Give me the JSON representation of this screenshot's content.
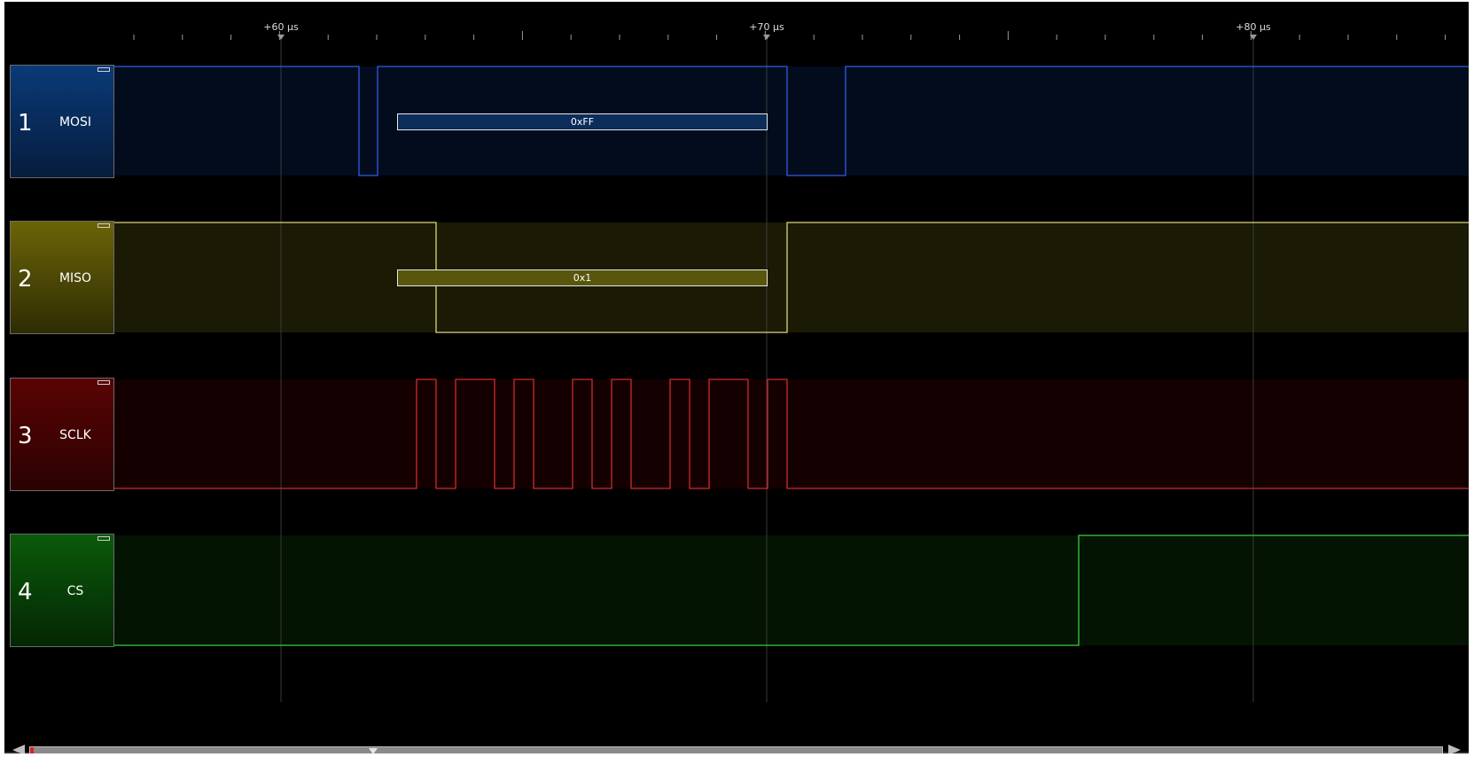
{
  "time_axis": {
    "labels": [
      {
        "text": "+60 µs"
      },
      {
        "text": "+70 µs"
      },
      {
        "text": "+80 µs"
      }
    ]
  },
  "channels": [
    {
      "number": "1",
      "name": "MOSI",
      "color": "#2f5be8",
      "decode": "0xFF"
    },
    {
      "number": "2",
      "name": "MISO",
      "color": "#d8d67a",
      "decode": "0x1"
    },
    {
      "number": "3",
      "name": "SCLK",
      "color": "#d42a2a",
      "decode": ""
    },
    {
      "number": "4",
      "name": "CS",
      "color": "#3dcc3d",
      "decode": ""
    }
  ],
  "scroll": {
    "left_icon": "triangle-left-icon",
    "right_icon": "triangle-right-icon"
  }
}
